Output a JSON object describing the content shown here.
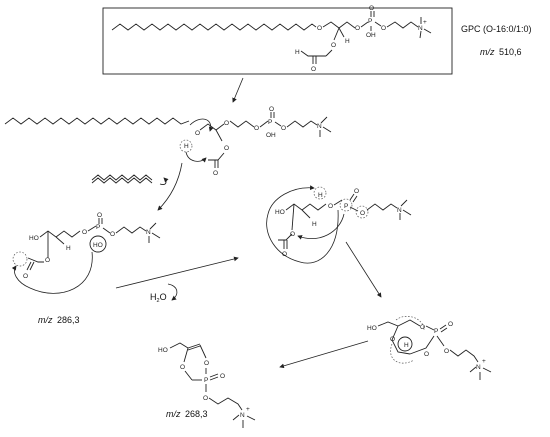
{
  "molecule_labels": {
    "precursor_name": "GPC (O-16:0/1:0)",
    "precursor_mz_prefix": "m/z",
    "precursor_mz_value": "510,6",
    "fragment1_mz_prefix": "m/z",
    "fragment1_mz_value": "286,3",
    "fragment2_mz_prefix": "m/z",
    "fragment2_mz_value": "268,3"
  },
  "atoms": {
    "O": "O",
    "H": "H",
    "P": "P",
    "N": "N",
    "OH": "OH",
    "HO": "HO",
    "plus": "+"
  },
  "neutral_loss": {
    "water": "H",
    "water_sub": "2",
    "water_o": "O"
  }
}
